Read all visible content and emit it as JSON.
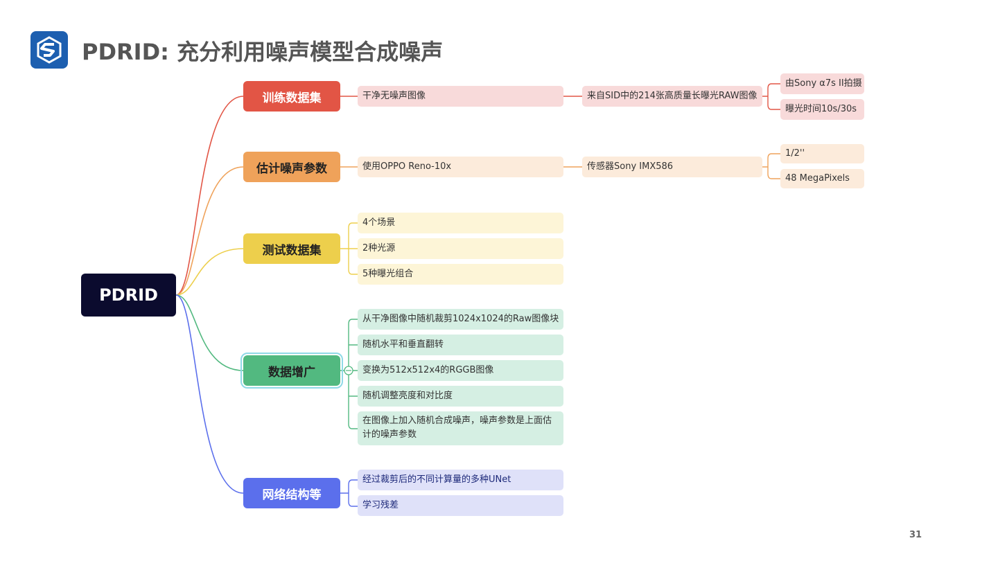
{
  "title": "PDRID: 充分利用噪声模型合成噪声",
  "root": "PDRID",
  "branches": {
    "train": {
      "label": "训练数据集",
      "clean": "干净无噪声图像",
      "source": "来自SID中的214张高质量长曝光RAW图像",
      "details": [
        "由Sony α7s II拍摄",
        "曝光时间10s/30s"
      ]
    },
    "estimate": {
      "label": "估计噪声参数",
      "device": "使用OPPO Reno-10x",
      "sensor": "传感器Sony IMX586",
      "details": [
        "1/2''",
        "48 MegaPixels"
      ]
    },
    "test": {
      "label": "测试数据集",
      "items": [
        "4个场景",
        "2种光源",
        "5种曝光组合"
      ]
    },
    "augment": {
      "label": "数据增广",
      "items": [
        "从干净图像中随机裁剪1024x1024的Raw图像块",
        "随机水平和垂直翻转",
        "变换为512x512x4的RGGB图像",
        "随机调整亮度和对比度",
        "在图像上加入随机合成噪声，噪声参数是上面估计的噪声参数"
      ]
    },
    "network": {
      "label": "网络结构等",
      "items": [
        "经过裁剪后的不同计算量的多种UNet",
        "学习残差"
      ]
    }
  },
  "colors": {
    "train": "#e25545",
    "estimate": "#efa25a",
    "test": "#edcf4c",
    "augment": "#52b980",
    "network": "#5b6fec",
    "root": "#0b0b2e",
    "logo": "#1d5fb0"
  },
  "page_number": "31"
}
